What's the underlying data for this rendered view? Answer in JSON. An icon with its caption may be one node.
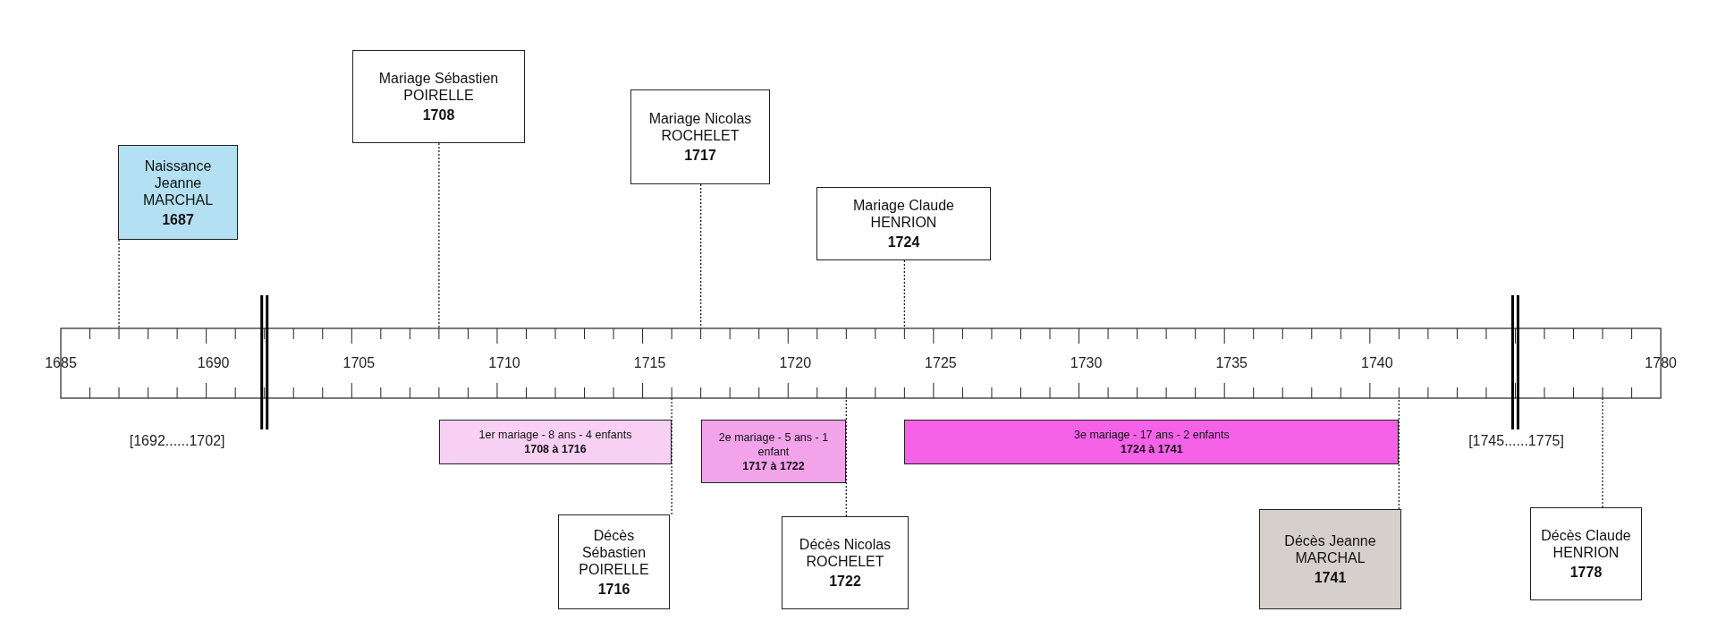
{
  "diagram": {
    "nodes": [
      {
        "text": [
          "Naissance Jeanne MARCHAL",
          "1687"
        ]
      },
      {
        "text": [
          "Mariage Sébastien POIRELLE",
          "1708"
        ]
      },
      {
        "text": [
          "Mariage Nicolas ROCHELET",
          "1717"
        ]
      },
      {
        "text": [
          "Mariage Claude HENRION",
          "1724"
        ]
      },
      {
        "text": [
          "1er mariage - 8 ans - 4 enfants",
          "1708 à 1716"
        ]
      },
      {
        "text": [
          "2e mariage - 5 ans - 1 enfant",
          "1717 à 1722"
        ]
      },
      {
        "text": [
          "3e mariage - 17 ans - 2 enfants",
          "1724 à 1741"
        ]
      },
      {
        "text": [
          "Décès Sébastien POIRELLE",
          "1716"
        ]
      },
      {
        "text": [
          "Décès Nicolas ROCHELET",
          "1722"
        ]
      },
      {
        "text": [
          "Décès Jeanne MARCHAL",
          "1741"
        ]
      },
      {
        "text": [
          "Décès Claude HENRION",
          "1778"
        ]
      }
    ],
    "edges": [
      {
        "from": 0,
        "to": null,
        "arrow": "none"
      },
      {
        "from": 1,
        "to": null,
        "arrow": "none"
      },
      {
        "from": 2,
        "to": null,
        "arrow": "none"
      },
      {
        "from": 3,
        "to": null,
        "arrow": "none"
      },
      {
        "from": 7,
        "to": null,
        "arrow": "none"
      },
      {
        "from": 8,
        "to": null,
        "arrow": "none"
      },
      {
        "from": 9,
        "to": null,
        "arrow": "none"
      },
      {
        "from": 10,
        "to": null,
        "arrow": "none"
      }
    ],
    "labels": [
      "1685",
      "1690",
      "1705",
      "1710",
      "1715",
      "1720",
      "1725",
      "1730",
      "1735",
      "1740",
      "1780",
      "[1692......1702]",
      "[1745......1775]"
    ]
  }
}
